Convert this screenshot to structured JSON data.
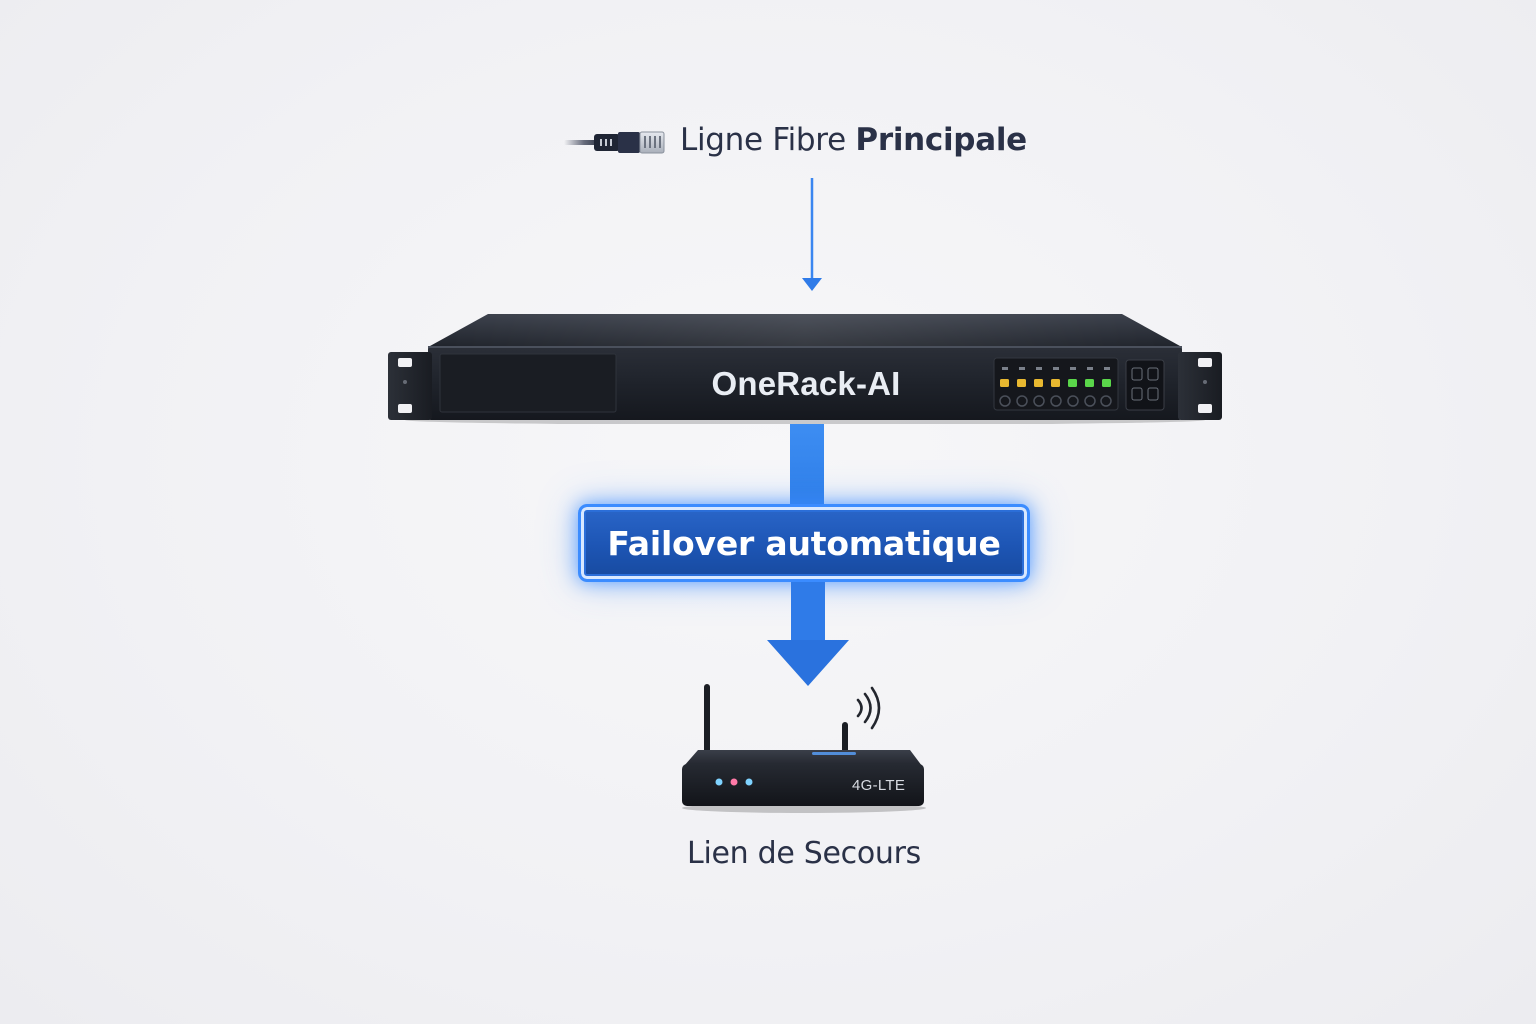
{
  "fibre": {
    "label_prefix": "Ligne Fibre",
    "label_strong": "Principale",
    "icon": "ethernet-cable-icon"
  },
  "rack": {
    "name": "OneRack-AI",
    "led_colors": [
      "#e8b830",
      "#e8b830",
      "#e8b830",
      "#e8b830",
      "#5ad64a",
      "#5ad64a",
      "#5ad64a"
    ]
  },
  "failover": {
    "label": "Failover automatique"
  },
  "router": {
    "model": "4G-LTE",
    "led_colors": [
      "#7fd3ff",
      "#ff7aa8",
      "#7fd3ff"
    ],
    "icon": "wifi-signal-icon"
  },
  "backup": {
    "label": "Lien de Secours"
  },
  "colors": {
    "accent": "#3b8cff",
    "text": "#2a3147",
    "device": "#1c1f27"
  }
}
